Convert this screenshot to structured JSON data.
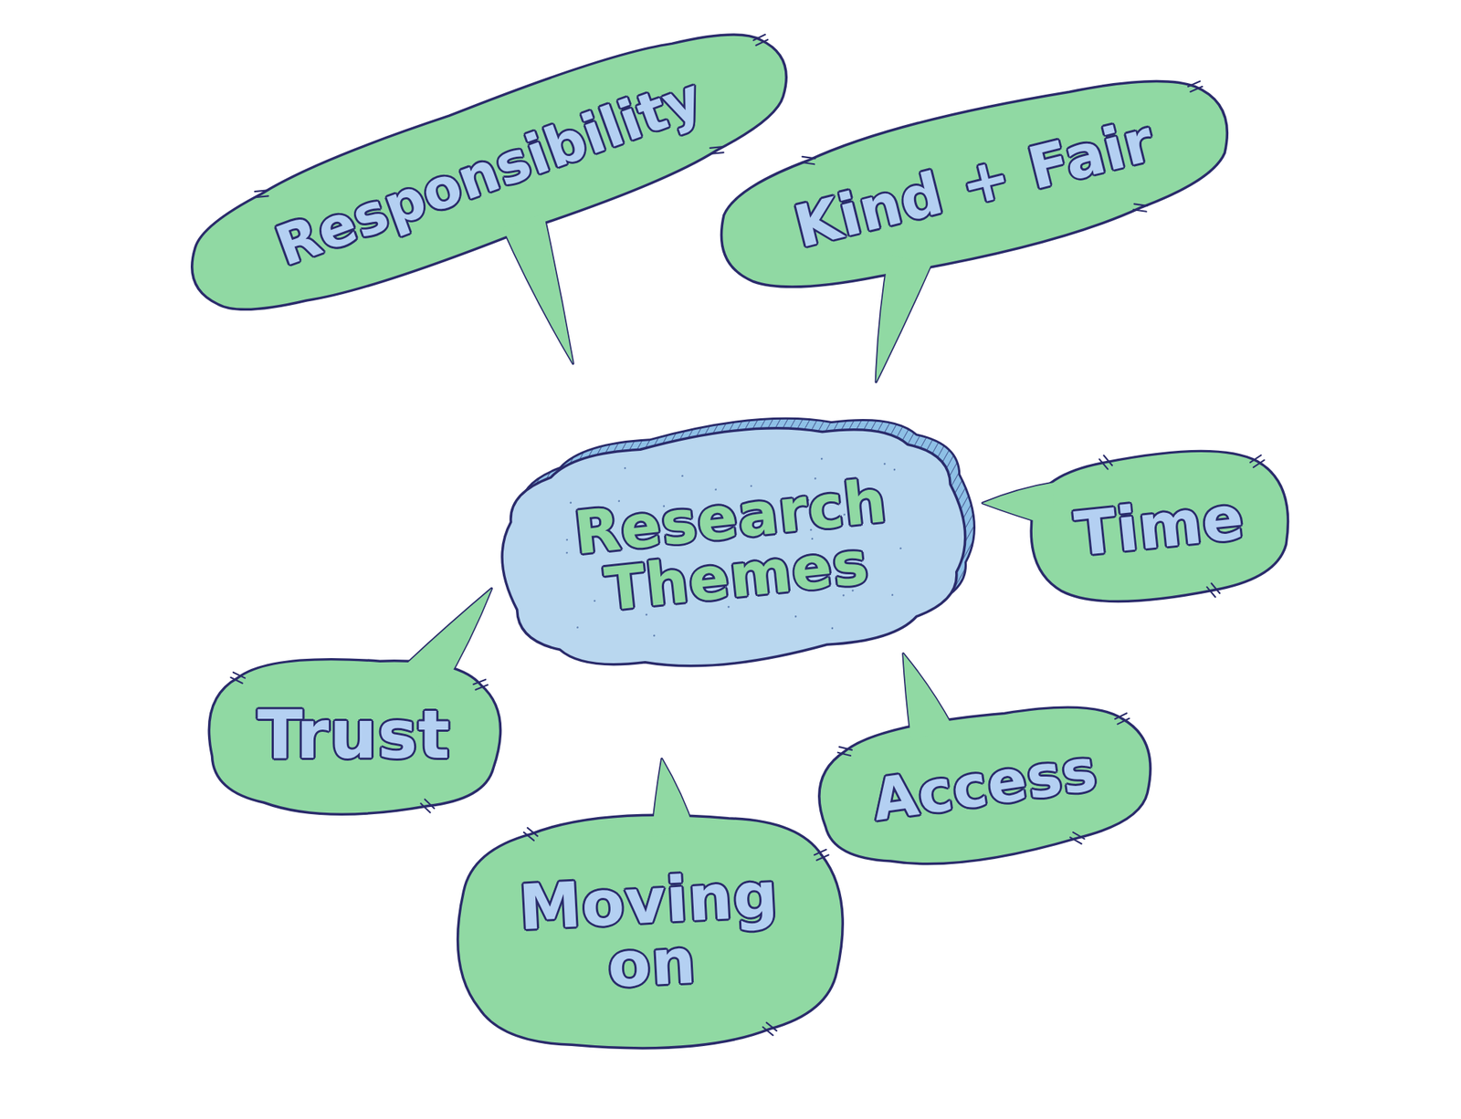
{
  "diagram": {
    "nodes": [
      {
        "text": [
          "Responsibility"
        ]
      },
      {
        "text": [
          "Kind + Fair"
        ]
      },
      {
        "text": [
          "Research Themes"
        ]
      },
      {
        "text": [
          "Time"
        ]
      },
      {
        "text": [
          "Trust"
        ]
      },
      {
        "text": [
          "Access"
        ]
      },
      {
        "text": [
          "Moving on"
        ]
      }
    ]
  }
}
